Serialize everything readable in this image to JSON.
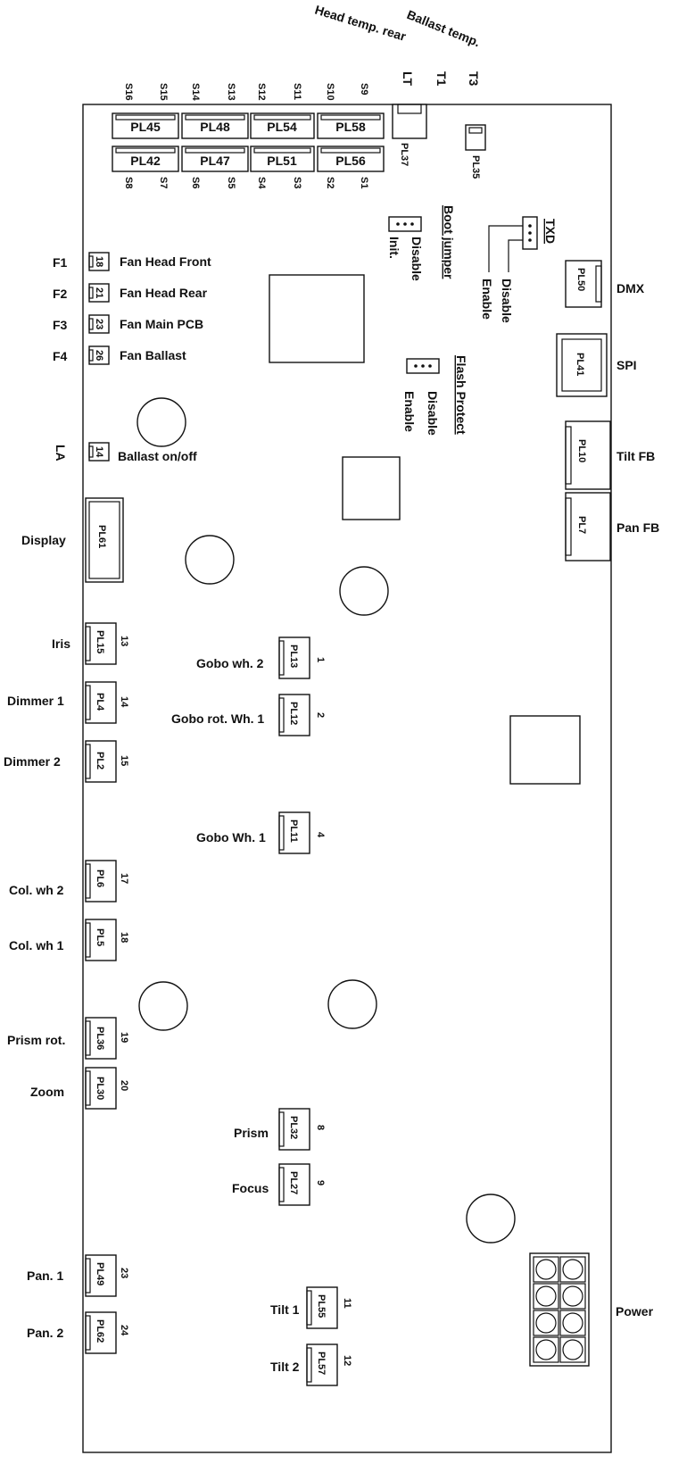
{
  "top_labels": {
    "head_temp_rear": "Head temp. rear",
    "ballast_temp": "Ballast temp.",
    "lt": "LT",
    "t1": "T1",
    "t3": "T3"
  },
  "s_labels_top": [
    "S16",
    "S15",
    "S14",
    "S13",
    "S12",
    "S11",
    "S10",
    "S9"
  ],
  "s_labels_bottom": [
    "S8",
    "S7",
    "S6",
    "S5",
    "S4",
    "S3",
    "S2",
    "S1"
  ],
  "top_connectors_row1": [
    "PL45",
    "PL48",
    "PL54",
    "PL58"
  ],
  "top_connectors_row2": [
    "PL42",
    "PL47",
    "PL51",
    "PL56"
  ],
  "pl37": "PL37",
  "pl35": "PL35",
  "boot_jumper": {
    "title": "Boot jumper",
    "disable": "Disable",
    "init": "Init."
  },
  "txd": {
    "title": "TXD",
    "disable": "Disable",
    "enable": "Enable"
  },
  "flash_protect": {
    "title": "Flash Protect",
    "disable": "Disable",
    "enable": "Enable"
  },
  "fans": [
    {
      "f": "F1",
      "num": "18",
      "name": "Fan Head Front"
    },
    {
      "f": "F2",
      "num": "21",
      "name": "Fan Head Rear"
    },
    {
      "f": "F3",
      "num": "23",
      "name": "Fan Main PCB"
    },
    {
      "f": "F4",
      "num": "26",
      "name": "Fan Ballast"
    }
  ],
  "la": {
    "label": "LA",
    "num": "14",
    "name": "Ballast on/off"
  },
  "display": {
    "label": "Display",
    "pl": "PL61"
  },
  "left_motors": [
    {
      "label": "Iris",
      "pl": "PL15",
      "num": "13"
    },
    {
      "label": "Dimmer 1",
      "pl": "PL4",
      "num": "14"
    },
    {
      "label": "Dimmer 2",
      "pl": "PL2",
      "num": "15"
    },
    {
      "label": "Col. wh 2",
      "pl": "PL6",
      "num": "17"
    },
    {
      "label": "Col. wh 1",
      "pl": "PL5",
      "num": "18"
    },
    {
      "label": "Prism rot.",
      "pl": "PL36",
      "num": "19"
    },
    {
      "label": "Zoom",
      "pl": "PL30",
      "num": "20"
    },
    {
      "label": "Pan. 1",
      "pl": "PL49",
      "num": "23"
    },
    {
      "label": "Pan. 2",
      "pl": "PL62",
      "num": "24"
    }
  ],
  "mid_motors": [
    {
      "label": "Gobo wh. 2",
      "pl": "PL13",
      "num": "1"
    },
    {
      "label": "Gobo rot. Wh. 1",
      "pl": "PL12",
      "num": "2"
    },
    {
      "label": "Gobo Wh. 1",
      "pl": "PL11",
      "num": "4"
    },
    {
      "label": "Prism",
      "pl": "PL32",
      "num": "8"
    },
    {
      "label": "Focus",
      "pl": "PL27",
      "num": "9"
    },
    {
      "label": "Tilt 1",
      "pl": "PL55",
      "num": "11"
    },
    {
      "label": "Tilt 2",
      "pl": "PL57",
      "num": "12"
    }
  ],
  "right_connectors": [
    {
      "label": "DMX",
      "pl": "PL50"
    },
    {
      "label": "SPI",
      "pl": "PL41"
    },
    {
      "label": "Tilt FB",
      "pl": "PL10"
    },
    {
      "label": "Pan FB",
      "pl": "PL7"
    }
  ],
  "power": {
    "label": "Power"
  },
  "colors": {
    "ink": "#111111",
    "background": "#ffffff"
  }
}
